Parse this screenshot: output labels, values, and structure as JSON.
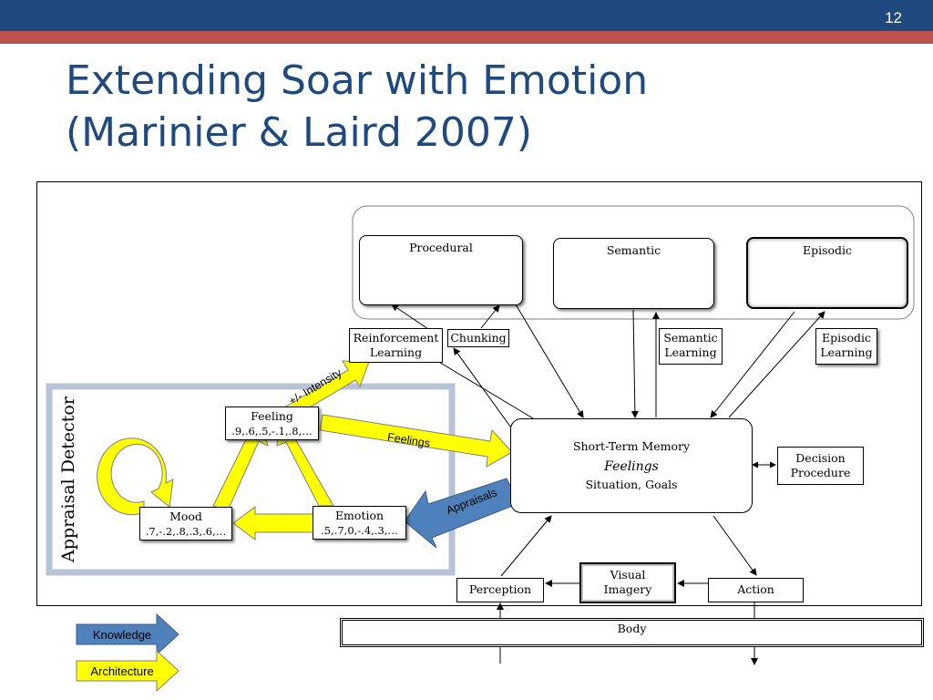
{
  "slide": {
    "number": "12",
    "title_line1": "Extending Soar with Emotion",
    "title_line2": "(Marinier & Laird 2007)"
  },
  "memories": {
    "procedural": "Procedural",
    "semantic": "Semantic",
    "episodic": "Episodic"
  },
  "learning": {
    "reinforcement_line1": "Reinforcement",
    "reinforcement_line2": "Learning",
    "chunking": "Chunking",
    "semantic_line1": "Semantic",
    "semantic_line2": "Learning",
    "episodic_line1": "Episodic",
    "episodic_line2": "Learning"
  },
  "stm": {
    "title": "Short-Term Memory",
    "feelings": "Feelings",
    "situation": "Situation, Goals"
  },
  "decision": {
    "line1": "Decision",
    "line2": "Procedure"
  },
  "io": {
    "perception": "Perception",
    "visual_line1": "Visual",
    "visual_line2": "Imagery",
    "action": "Action",
    "body": "Body"
  },
  "appraisal": {
    "title": "Appraisal Detector",
    "feeling_title": "Feeling",
    "feeling_values": ".9,.6,.5,-.1,.8,…",
    "mood_title": "Mood",
    "mood_values": ".7,-.2,.8,.3,.6,…",
    "emotion_title": "Emotion",
    "emotion_values": ".5,.7,0,-.4,.3,…"
  },
  "arrows": {
    "intensity": "+/- Intensity",
    "feelings": "Feelings",
    "appraisals": "Appraisals"
  },
  "legend": {
    "knowledge": "Knowledge",
    "architecture": "Architecture"
  },
  "colors": {
    "header_blue": "#1f4a80",
    "header_red": "#c0504d",
    "knowledge_blue": "#4f81bd",
    "architecture_yellow": "#ffff00"
  }
}
